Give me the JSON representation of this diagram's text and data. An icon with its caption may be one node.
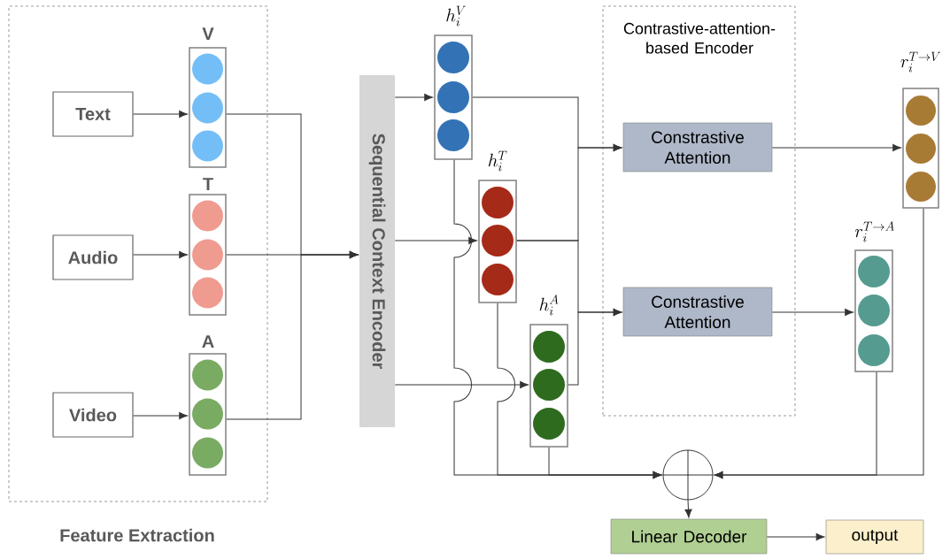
{
  "diagram": {
    "nodes": [
      {
        "text": [
          "Feature Extraction"
        ]
      },
      {
        "text": [
          "Text"
        ],
        "in": 0
      },
      {
        "text": [
          "Audio"
        ],
        "in": 0
      },
      {
        "text": [
          "Video"
        ],
        "in": 0
      },
      {
        "text": [
          "V"
        ],
        "in": 0
      },
      {
        "text": [
          "T"
        ],
        "in": 0
      },
      {
        "text": [
          "A"
        ],
        "in": 0
      },
      {
        "text": [
          "Sequential Context Encoder"
        ]
      },
      {
        "text": [
          "h_i^V"
        ]
      },
      {
        "text": [
          "h_i^T"
        ]
      },
      {
        "text": [
          "h_i^A"
        ]
      },
      {
        "text": [
          "Contrastive-attention-based Encoder"
        ]
      },
      {
        "text": [
          "Constrastive Attention"
        ],
        "in": 11
      },
      {
        "text": [
          "Constrastive Attention"
        ],
        "in": 11
      },
      {
        "text": [
          "r_i^{T\\rightarrow V}"
        ]
      },
      {
        "text": [
          "r_i^{T\\rightarrow A}"
        ]
      },
      {
        "text": [],
        "shape": "circle"
      },
      {
        "text": [
          "Linear Decoder"
        ]
      },
      {
        "text": [
          "output"
        ]
      }
    ],
    "edges": [
      {
        "from": 1,
        "to": 4,
        "arrow": "to"
      },
      {
        "from": 2,
        "to": 5,
        "arrow": "to"
      },
      {
        "from": 3,
        "to": 6,
        "arrow": "to"
      },
      {
        "from": 4,
        "to": 7,
        "arrow": "to"
      },
      {
        "from": 5,
        "to": 7,
        "arrow": "to"
      },
      {
        "from": 6,
        "to": 7,
        "arrow": "to"
      },
      {
        "from": 7,
        "to": 8,
        "arrow": "to"
      },
      {
        "from": 7,
        "to": 9,
        "arrow": "to"
      },
      {
        "from": 7,
        "to": 10,
        "arrow": "to"
      },
      {
        "from": 8,
        "to": 12,
        "arrow": "to"
      },
      {
        "from": 9,
        "to": 12,
        "arrow": "to"
      },
      {
        "from": 9,
        "to": 13,
        "arrow": "to"
      },
      {
        "from": 10,
        "to": 13,
        "arrow": "to"
      },
      {
        "from": 12,
        "to": 14,
        "arrow": "to"
      },
      {
        "from": 13,
        "to": 15,
        "arrow": "to"
      },
      {
        "from": 8,
        "to": 16,
        "arrow": "to"
      },
      {
        "from": 9,
        "to": 16,
        "arrow": "to"
      },
      {
        "from": 10,
        "to": 16,
        "arrow": "to"
      },
      {
        "from": 14,
        "to": 16,
        "arrow": "to"
      },
      {
        "from": 15,
        "to": 16,
        "arrow": "to"
      },
      {
        "from": 16,
        "to": 17,
        "arrow": "to"
      },
      {
        "from": 17,
        "to": 18,
        "arrow": "to"
      }
    ]
  }
}
